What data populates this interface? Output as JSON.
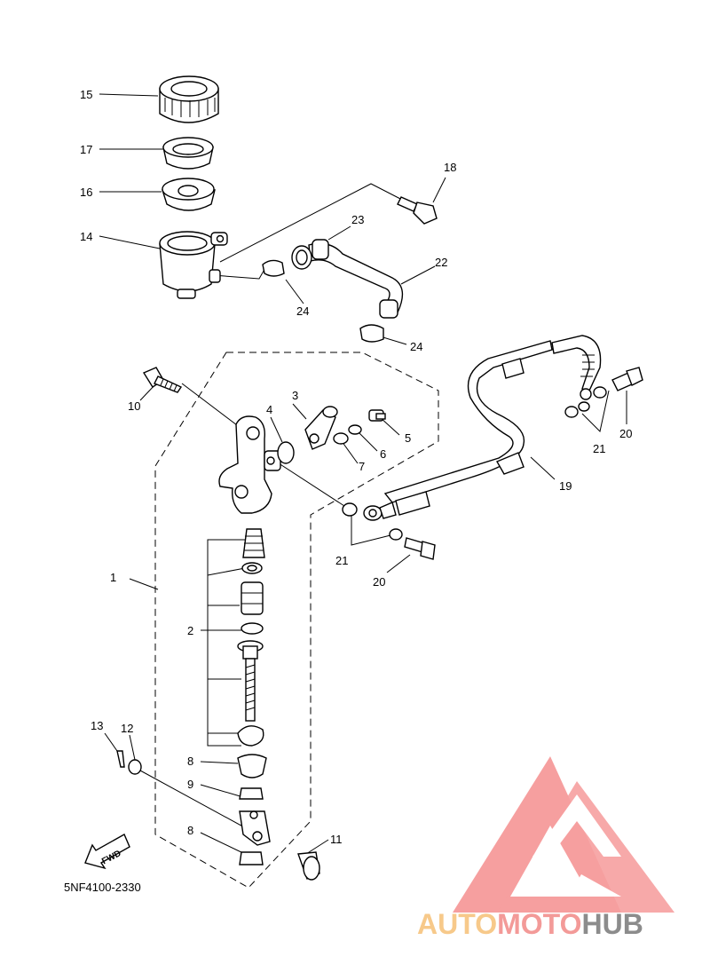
{
  "diagram": {
    "code": "5NF4100-2330",
    "fwd_label": "FWD",
    "callouts": {
      "c1": "1",
      "c2": "2",
      "c3": "3",
      "c4": "4",
      "c5": "5",
      "c6": "6",
      "c7": "7",
      "c8a": "8",
      "c8b": "8",
      "c9": "9",
      "c10": "10",
      "c11": "11",
      "c12": "12",
      "c13": "13",
      "c14": "14",
      "c15": "15",
      "c16": "16",
      "c17": "17",
      "c18": "18",
      "c19": "19",
      "c20a": "20",
      "c20b": "20",
      "c21a": "21",
      "c21b": "21",
      "c22": "22",
      "c23": "23",
      "c24a": "24",
      "c24b": "24"
    }
  },
  "watermark": {
    "part1": "AUTO",
    "part2": "MOTO",
    "part3": "HUB",
    "colors": {
      "auto": "#f7c98a",
      "moto": "#f39a98",
      "hub": "#8c8c8c",
      "logo": "#f58f8f"
    }
  }
}
